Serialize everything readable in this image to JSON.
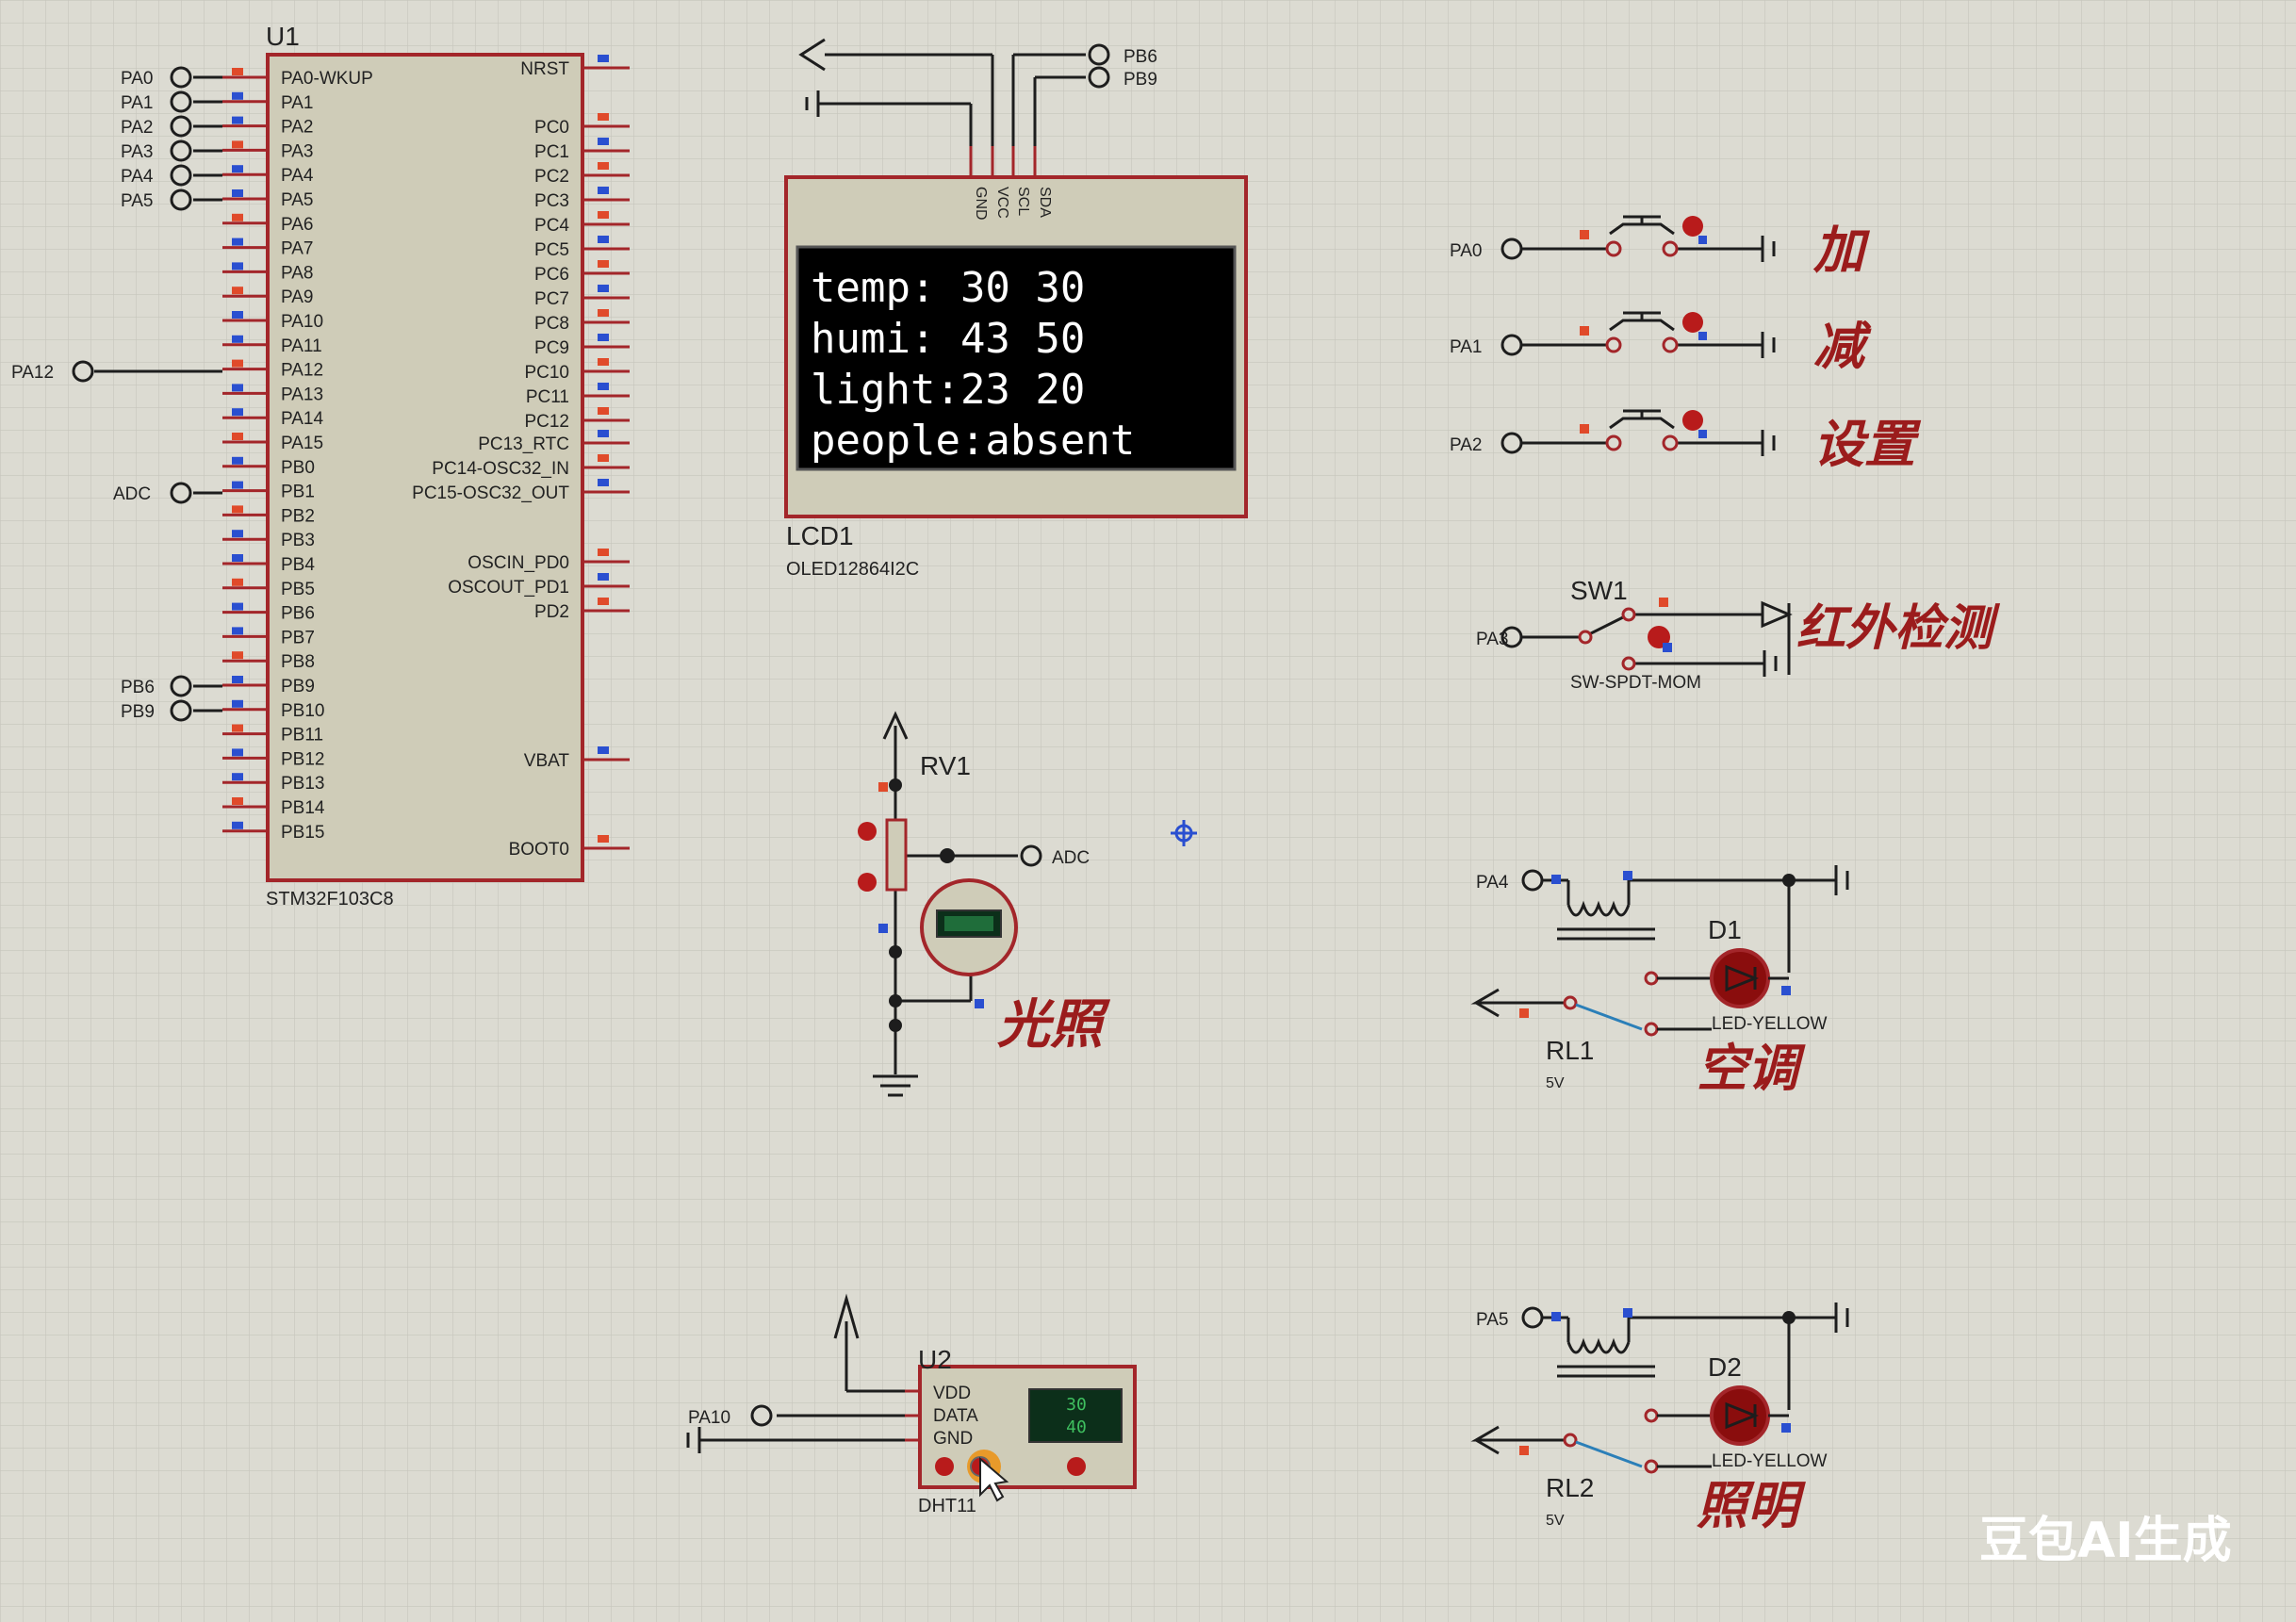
{
  "mcu": {
    "ref": "U1",
    "part": "STM32F103C8",
    "left_pins": [
      "PA0-WKUP",
      "PA1",
      "PA2",
      "PA3",
      "PA4",
      "PA5",
      "PA6",
      "PA7",
      "PA8",
      "PA9",
      "PA10",
      "PA11",
      "PA12",
      "PA13",
      "PA14",
      "PA15",
      "PB0",
      "PB1",
      "PB2",
      "PB3",
      "PB4",
      "PB5",
      "PB6",
      "PB7",
      "PB8",
      "PB9",
      "PB10",
      "PB11",
      "PB12",
      "PB13",
      "PB14",
      "PB15"
    ],
    "right_pins": [
      "NRST",
      "PC0",
      "PC1",
      "PC2",
      "PC3",
      "PC4",
      "PC5",
      "PC6",
      "PC7",
      "PC8",
      "PC9",
      "PC10",
      "PC11",
      "PC12",
      "PC13_RTC",
      "PC14-OSC32_IN",
      "PC15-OSC32_OUT",
      "OSCIN_PD0",
      "OSCOUT_PD1",
      "PD2",
      "VBAT",
      "BOOT0"
    ],
    "net_labels": {
      "pa0": "PA0",
      "pa1": "PA1",
      "pa2": "PA2",
      "pa3": "PA3",
      "pa4": "PA4",
      "pa5": "PA5",
      "pa12": "PA12",
      "adc": "ADC",
      "pb6": "PB6",
      "pb9": "PB9"
    }
  },
  "oled": {
    "ref": "LCD1",
    "part": "OLED12864I2C",
    "pins": [
      "GND",
      "VCC",
      "SCL",
      "SDA"
    ],
    "top_labels": [
      "PB6",
      "PB9"
    ],
    "lines": [
      "temp: 30 30",
      "humi: 43 50",
      "light:23 20",
      "people:absent"
    ]
  },
  "buttons": [
    {
      "net": "PA0",
      "label": "加"
    },
    {
      "net": "PA1",
      "label": "减"
    },
    {
      "net": "PA2",
      "label": "设置"
    }
  ],
  "switch": {
    "ref": "SW1",
    "part": "SW-SPDT-MOM",
    "net": "PA3",
    "label": "红外检测"
  },
  "ldr": {
    "ref": "RV1",
    "net": "ADC",
    "label": "光照"
  },
  "dht": {
    "ref": "U2",
    "part": "DHT11",
    "net": "PA10",
    "pins": [
      "VDD",
      "DATA",
      "GND"
    ],
    "display": [
      "30",
      "40"
    ]
  },
  "relays": [
    {
      "net": "PA4",
      "ref": "RL1",
      "relay_value": "5V",
      "led_ref": "D1",
      "led_part": "LED-YELLOW",
      "label": "空调"
    },
    {
      "net": "PA5",
      "ref": "RL2",
      "relay_value": "5V",
      "led_ref": "D2",
      "led_part": "LED-YELLOW",
      "label": "照明"
    }
  ],
  "watermark": "豆包AI生成",
  "colors": {
    "background": "#dcdbd2",
    "grid": "#c4c3ba",
    "body": "#cfccb8",
    "outline": "#a3262a",
    "wire": "#1d1d1d",
    "label": "#9b1c1c",
    "oled_screen": "#000000"
  }
}
